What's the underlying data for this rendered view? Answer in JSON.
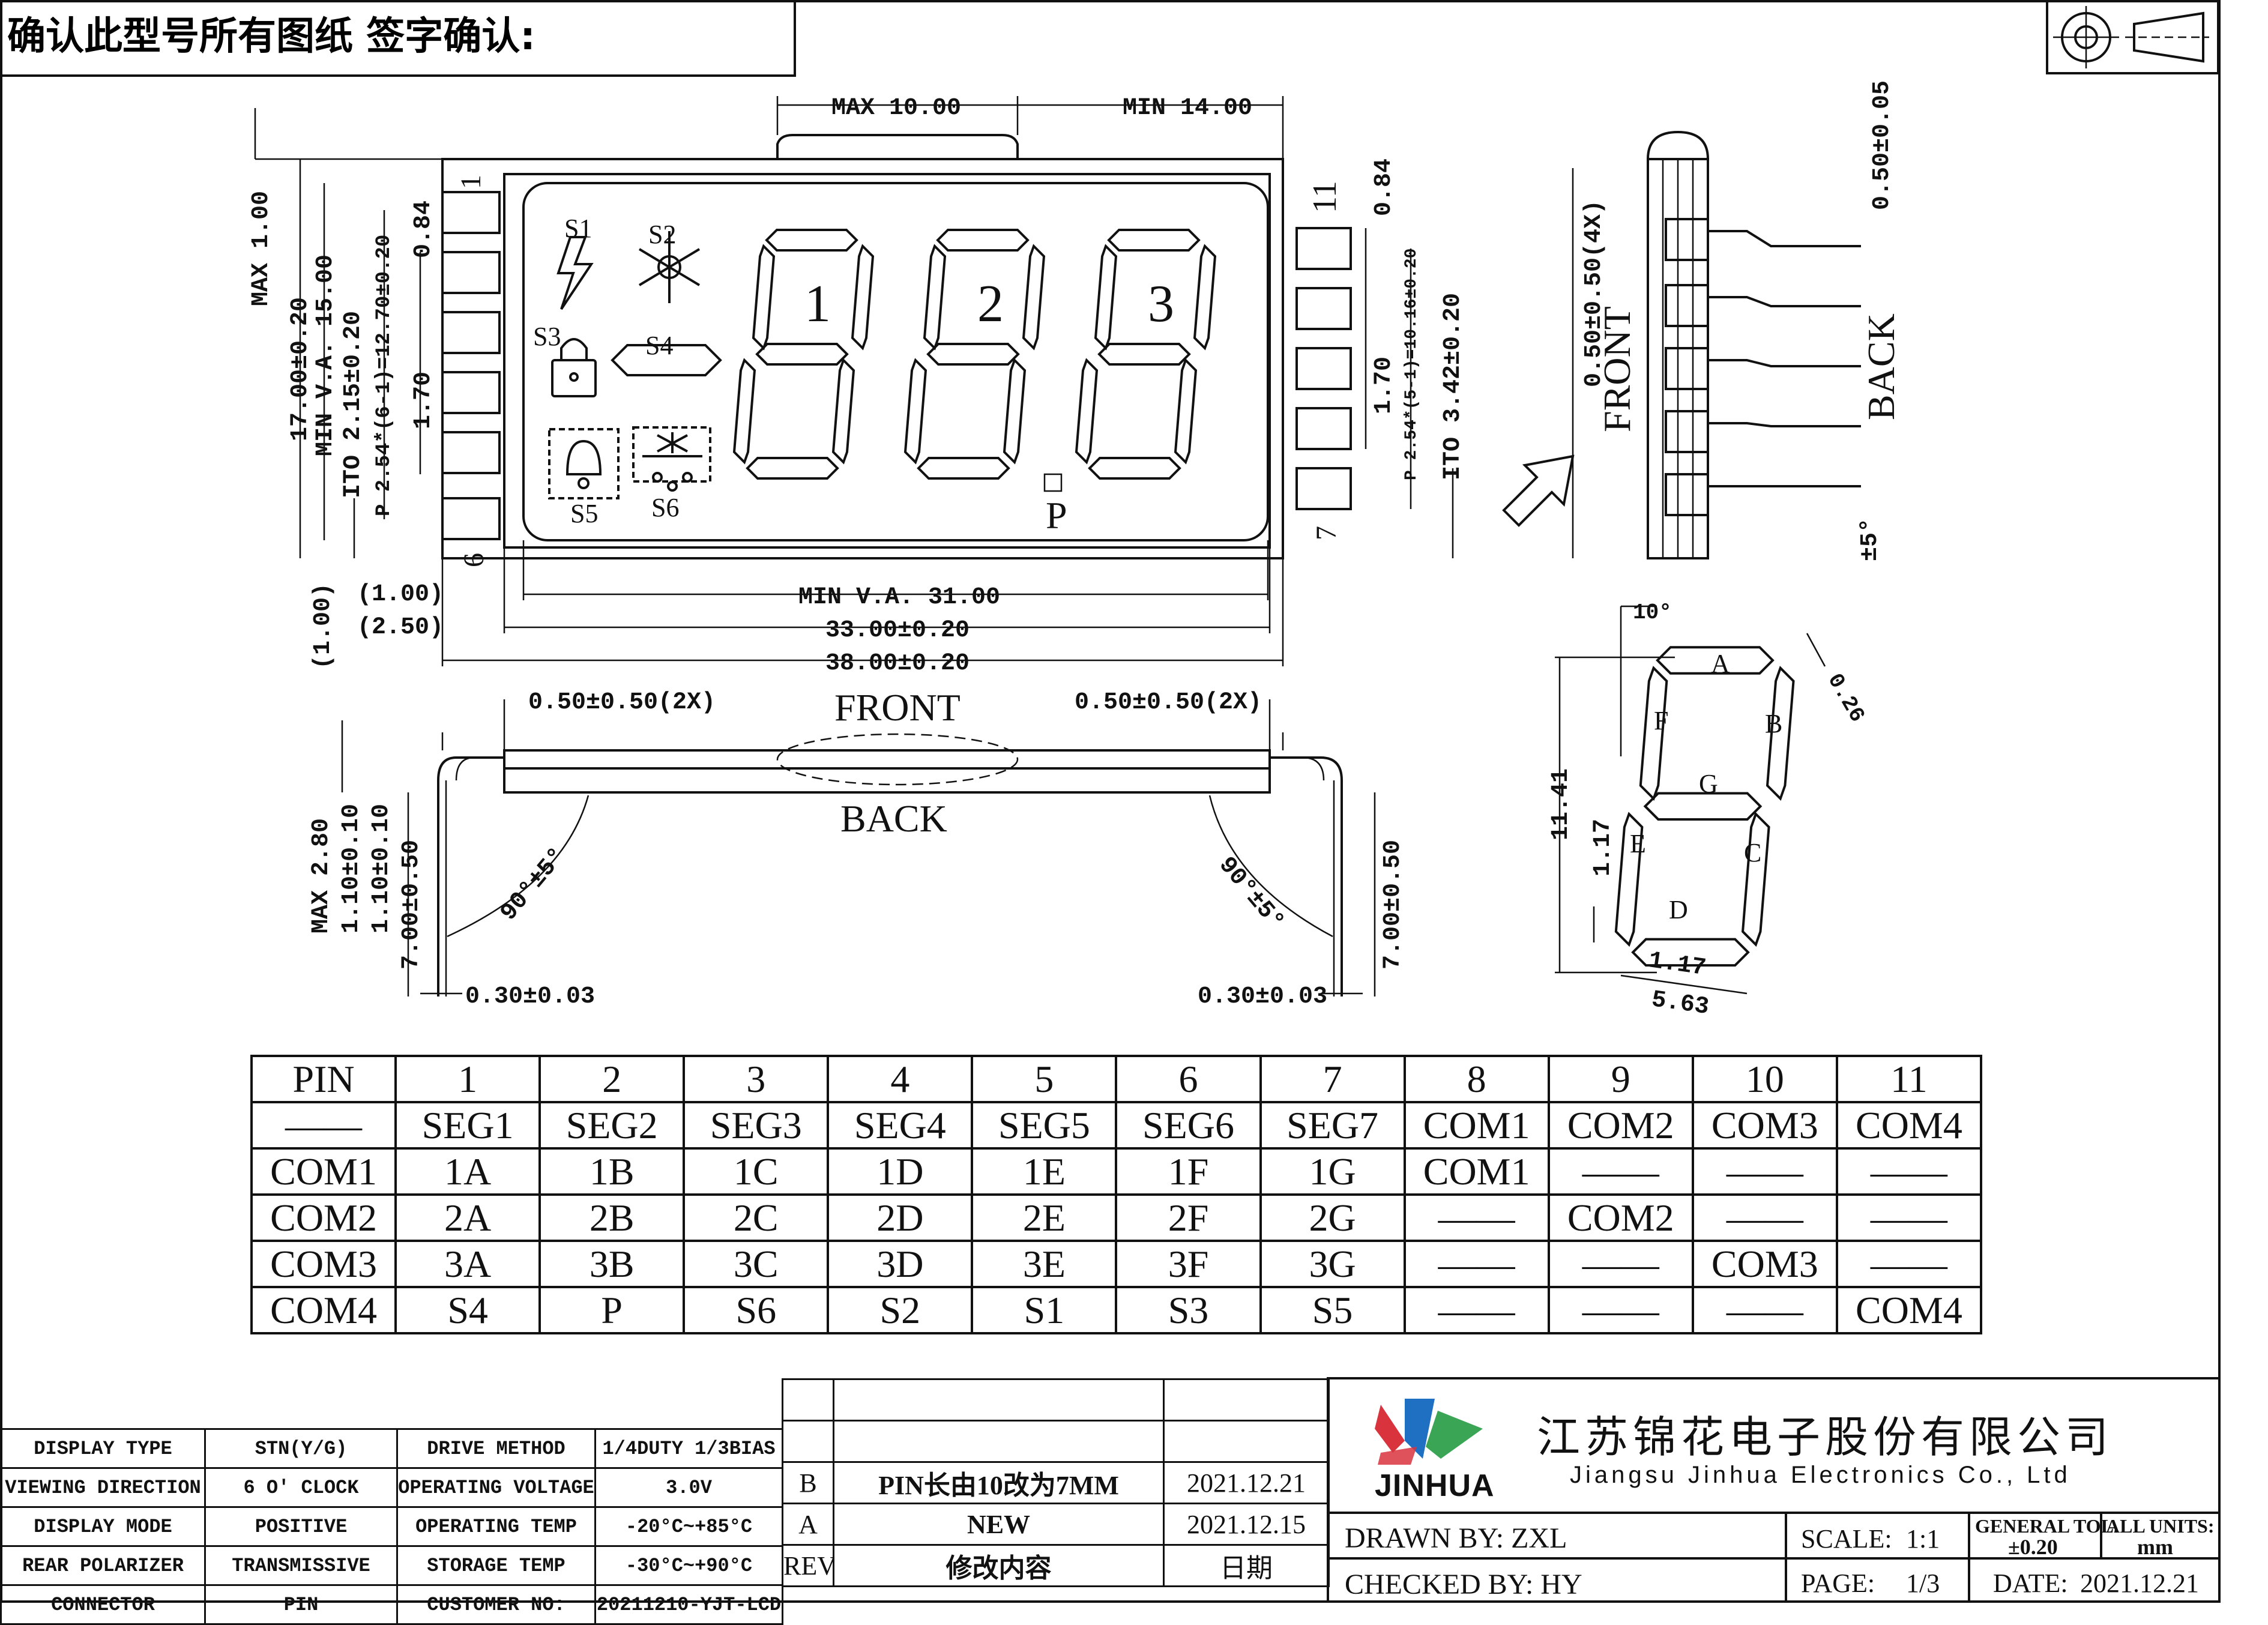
{
  "header": {
    "confirm_text": "确认此型号所有图纸 签字确认:"
  },
  "front_view": {
    "dim_max_top": "MAX 10.00",
    "dim_min_top": "MIN 14.00",
    "dim_max_left": "MAX 1.00",
    "dim_height": "17.00±0.20",
    "dim_va_height": "MIN V.A. 15.00",
    "dim_ito": "ITO 2.15±0.20",
    "dim_pitch_left": "P 2.54*(6-1)=12.70±0.20",
    "dim_084_left": "0.84",
    "dim_170_left": "1.70",
    "dim_084_right": "0.84",
    "dim_170_right": "1.70",
    "dim_pitch_right": "P 2.54*(5-1)=10.16±0.20",
    "dim_ito_right": "ITO 3.42±0.20",
    "dim_100_bottom": "(1.00)",
    "dim_100_side": "(1.00)",
    "dim_250": "(2.50)",
    "dim_va_width": "MIN V.A. 31.00",
    "dim_width_glass": "33.00±0.20",
    "dim_width_total": "38.00±0.20",
    "pin_1": "1",
    "pin_6": "6",
    "pin_11": "11",
    "pin_7": "7",
    "digits": [
      "1",
      "2",
      "3"
    ],
    "icons": {
      "s1": "S1",
      "s2": "S2",
      "s3": "S3",
      "s4": "S4",
      "s5": "S5",
      "s6": "S6",
      "p": "P"
    }
  },
  "side_view": {
    "front": "FRONT",
    "back": "BACK",
    "dim_pin_thick": "0.50±0.05",
    "dim_pin_off": "0.50±0.50(4X)",
    "angle": "±5°"
  },
  "bottom_view": {
    "front": "FRONT",
    "back": "BACK",
    "dim_left_off": "0.50±0.50(2X)",
    "dim_right_off": "0.50±0.50(2X)",
    "dim_max_thk": "MAX 2.80",
    "dim_110a": "1.10±0.10",
    "dim_110b": "1.10±0.10",
    "dim_pin_len_l": "7.00±0.50",
    "dim_pin_len_r": "7.00±0.50",
    "angle_l": "90°±5°",
    "angle_r": "90°±5°",
    "dim_pin_w_l": "0.30±0.03",
    "dim_pin_w_r": "0.30±0.03"
  },
  "segment_detail": {
    "angle": "10°",
    "dim_026": "0.26",
    "dim_height": "11.41",
    "dim_117_v": "1.17",
    "dim_117_h": "1.17",
    "dim_width": "5.63",
    "labels": [
      "A",
      "B",
      "C",
      "D",
      "E",
      "F",
      "G"
    ]
  },
  "pin_table": {
    "rows": [
      [
        "PIN",
        "1",
        "2",
        "3",
        "4",
        "5",
        "6",
        "7",
        "8",
        "9",
        "10",
        "11"
      ],
      [
        "——",
        "SEG1",
        "SEG2",
        "SEG3",
        "SEG4",
        "SEG5",
        "SEG6",
        "SEG7",
        "COM1",
        "COM2",
        "COM3",
        "COM4"
      ],
      [
        "COM1",
        "1A",
        "1B",
        "1C",
        "1D",
        "1E",
        "1F",
        "1G",
        "COM1",
        "——",
        "——",
        "——"
      ],
      [
        "COM2",
        "2A",
        "2B",
        "2C",
        "2D",
        "2E",
        "2F",
        "2G",
        "——",
        "COM2",
        "——",
        "——"
      ],
      [
        "COM3",
        "3A",
        "3B",
        "3C",
        "3D",
        "3E",
        "3F",
        "3G",
        "——",
        "——",
        "COM3",
        "——"
      ],
      [
        "COM4",
        "S4",
        "P",
        "S6",
        "S2",
        "S1",
        "S3",
        "S5",
        "——",
        "——",
        "——",
        "COM4"
      ]
    ]
  },
  "spec_table": {
    "rows": [
      [
        "DISPLAY TYPE",
        "STN(Y/G)",
        "DRIVE METHOD",
        "1/4DUTY 1/3BIAS"
      ],
      [
        "VIEWING DIRECTION",
        "6 O' CLOCK",
        "OPERATING VOLTAGE",
        "3.0V"
      ],
      [
        "DISPLAY MODE",
        "POSITIVE",
        "OPERATING TEMP",
        "-20°C~+85°C"
      ],
      [
        "REAR POLARIZER",
        "TRANSMISSIVE",
        "STORAGE TEMP",
        "-30°C~+90°C"
      ],
      [
        "CONNECTOR",
        "PIN",
        "CUSTOMER NO:",
        "20211210-YJT-LCD"
      ]
    ]
  },
  "revision_table": {
    "rows": [
      [
        "",
        "",
        ""
      ],
      [
        "",
        "",
        ""
      ],
      [
        "B",
        "PIN长由10改为7MM",
        "2021.12.21"
      ],
      [
        "A",
        "NEW",
        "2021.12.15"
      ],
      [
        "REV.",
        "修改内容",
        "日期"
      ]
    ]
  },
  "company": {
    "logo_text": "JINHUA",
    "name_cn": "江苏锦花电子股份有限公司",
    "name_en": "Jiangsu Jinhua Electronics Co., Ltd"
  },
  "title_block": {
    "drawn_by": "DRAWN BY: ZXL",
    "scale_label": "SCALE:",
    "scale_value": "1:1",
    "tol_label": "GENERAL TOL.",
    "tol_value": "±0.20",
    "units_label": "ALL UNITS:",
    "units_value": "mm",
    "checked_by": "CHECKED BY: HY",
    "page_label": "PAGE:",
    "page_value": "1/3",
    "date_label": "DATE:",
    "date_value": "2021.12.21"
  },
  "colors": {
    "ink": "#111111",
    "logo_red": "#d9343e",
    "logo_green": "#3aa655",
    "logo_blue": "#1f6fc2"
  }
}
